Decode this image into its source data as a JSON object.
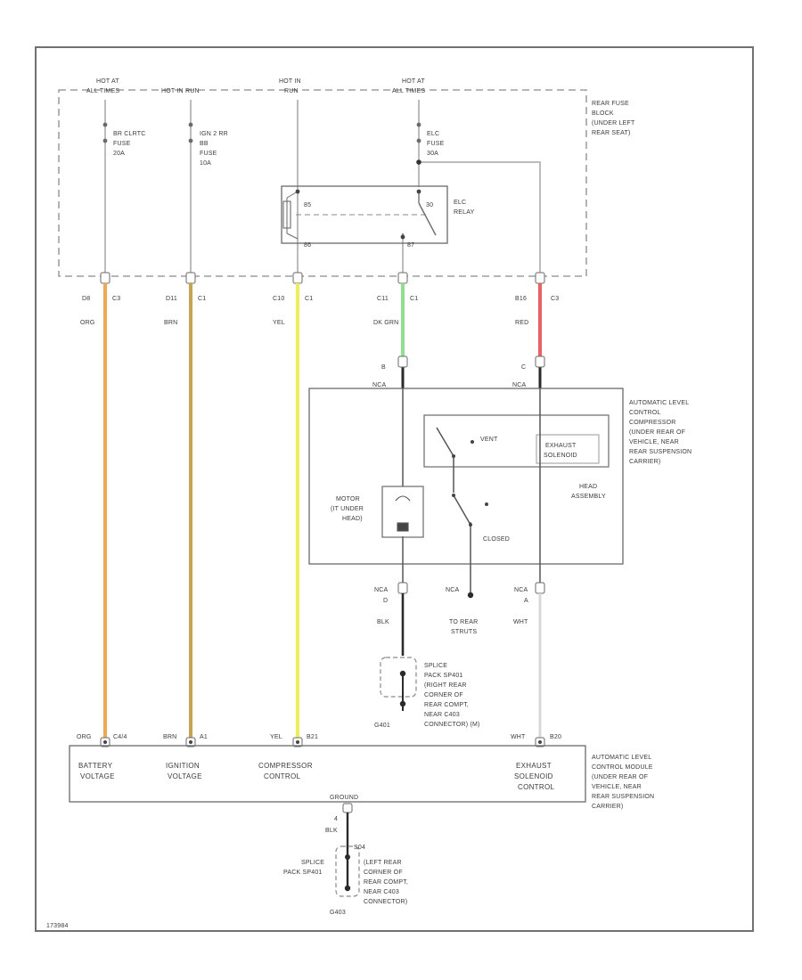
{
  "diagram": {
    "figure_id": "173984",
    "colors": {
      "frame": "#707070",
      "wire_org": "#f5a652",
      "wire_brn": "#c9a44e",
      "wire_yel": "#f0ee55",
      "wire_dkgrn": "#8fe08f",
      "wire_red": "#f06060",
      "wire_wht": "#d8d8d8",
      "wire_gray": "#bcbcbc",
      "black": "#2a2a2a"
    },
    "fuse_block": {
      "label": [
        "REAR FUSE",
        "BLOCK",
        "(UNDER LEFT",
        "REAR SEAT)"
      ]
    },
    "feeds": [
      {
        "label": [
          "HOT AT",
          "ALL TIMES"
        ]
      },
      {
        "label": [
          "HOT IN RUN"
        ]
      },
      {
        "label": [
          "HOT IN",
          "RUN"
        ]
      },
      {
        "label": [
          "HOT AT",
          "ALL TIMES"
        ]
      }
    ],
    "fuses": [
      {
        "label": [
          "BR CLRTC",
          "FUSE",
          "20A"
        ]
      },
      {
        "label": [
          "IGN 2 RR",
          "BB",
          "FUSE",
          "10A"
        ]
      },
      {
        "label": [
          "ELC",
          "FUSE",
          "30A"
        ]
      }
    ],
    "relay": {
      "label": [
        "ELC",
        "RELAY"
      ],
      "pins": {
        "p85": "85",
        "p86": "86",
        "p30": "30",
        "p87": "87"
      }
    },
    "fuse_block_connectors": [
      {
        "pin": "D8",
        "conn": "C3",
        "wire": "ORG"
      },
      {
        "pin": "D11",
        "conn": "C1",
        "wire": "BRN"
      },
      {
        "pin": "C10",
        "conn": "C1",
        "wire": "YEL"
      },
      {
        "pin": "C11",
        "conn": "C1",
        "wire": "DK GRN"
      },
      {
        "pin": "B16",
        "conn": "C3",
        "wire": "RED"
      }
    ],
    "compressor": {
      "label": [
        "AUTOMATIC LEVEL",
        "CONTROL",
        "COMPRESSOR",
        "(UNDER REAR OF",
        "VEHICLE, NEAR",
        "REAR SUSPENSION",
        "CARRIER)"
      ],
      "top_pins": [
        {
          "letter": "B",
          "code": "NCA"
        },
        {
          "letter": "C",
          "code": "NCA"
        }
      ],
      "vent": "VENT",
      "exhaust_solenoid": [
        "EXHAUST",
        "SOLENOID"
      ],
      "head_assembly": [
        "HEAD",
        "ASSEMBLY"
      ],
      "motor": [
        "MOTOR",
        "(IT UNDER",
        "HEAD)"
      ],
      "closed": "CLOSED",
      "bottom_pins": [
        {
          "code": "NCA",
          "letter": "D",
          "wire": "BLK"
        },
        {
          "code": "NCA",
          "letter": "",
          "wire": ""
        },
        {
          "code": "NCA",
          "letter": "A",
          "wire": "WHT"
        }
      ],
      "to_rear_struts": [
        "TO REAR",
        "STRUTS"
      ]
    },
    "splice_top": {
      "label": [
        "SPLICE",
        "PACK SP401",
        "(RIGHT REAR",
        "CORNER OF",
        "REAR COMPT,",
        "NEAR C403",
        "CONNECTOR) (M)"
      ],
      "id": "G401"
    },
    "module": {
      "label": [
        "AUTOMATIC LEVEL",
        "CONTROL MODULE",
        "(UNDER REAR OF",
        "VEHICLE, NEAR",
        "REAR SUSPENSION",
        "CARRIER)"
      ],
      "pins": [
        {
          "wire": "ORG",
          "pin": "C4/4"
        },
        {
          "wire": "BRN",
          "pin": "A1"
        },
        {
          "wire": "YEL",
          "pin": "B21"
        },
        {
          "wire": "WHT",
          "pin": "B20"
        }
      ],
      "inputs": [
        [
          "BATTERY",
          "VOLTAGE"
        ],
        [
          "IGNITION",
          "VOLTAGE"
        ],
        [
          "COMPRESSOR",
          "CONTROL"
        ],
        [
          "EXHAUST",
          "SOLENOID",
          "CONTROL"
        ]
      ],
      "ground_label": "GROUND"
    },
    "ground_splice": {
      "pin": "4",
      "wire": "BLK",
      "splice_pin": "S04",
      "splice_label": [
        "SPLICE",
        "PACK SP401"
      ],
      "location": [
        "(LEFT REAR",
        "CORNER OF",
        "REAR COMPT,",
        "NEAR C403",
        "CONNECTOR)"
      ],
      "ground_id": "G403"
    }
  }
}
